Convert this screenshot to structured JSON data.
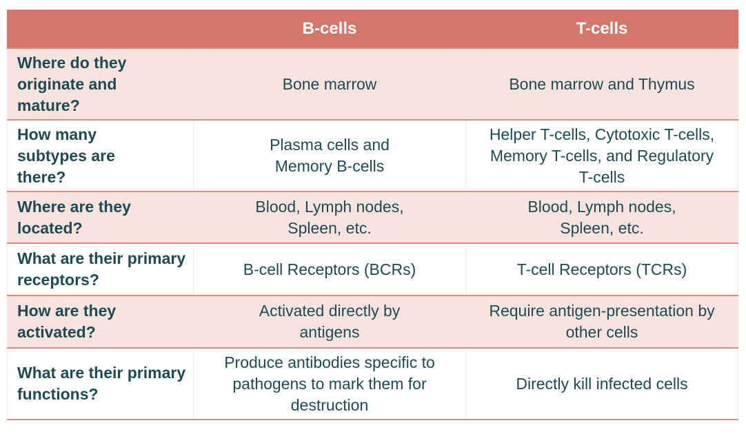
{
  "table": {
    "headers": [
      "",
      "B-cells",
      "T-cells"
    ],
    "rows": [
      {
        "question": "Where do they originate and mature?",
        "b_cells": "Bone marrow",
        "t_cells": "Bone marrow and Thymus"
      },
      {
        "question": "How many subtypes are there?",
        "b_cells": "Plasma cells and Memory B-cells",
        "t_cells": "Helper T-cells, Cytotoxic T-cells, Memory T-cells, and Regulatory T-cells"
      },
      {
        "question": "Where are they located?",
        "b_cells": "Blood, Lymph nodes, Spleen, etc.",
        "t_cells": "Blood, Lymph nodes, Spleen, etc."
      },
      {
        "question": "What are their primary receptors?",
        "b_cells": "B-cell Receptors (BCRs)",
        "t_cells": "T-cell Receptors (TCRs)"
      },
      {
        "question": "How are they activated?",
        "b_cells": "Activated directly by antigens",
        "t_cells": "Require antigen-presentation by other cells"
      },
      {
        "question": "What are their primary functions?",
        "b_cells": "Produce antibodies specific to pathogens to mark them for destruction",
        "t_cells": "Directly kill infected cells"
      }
    ],
    "colors": {
      "header_bg": "#d4776a",
      "header_text": "#ffffff",
      "row_tint": "#f8e3df",
      "body_text": "#1d4a55",
      "row_border": "#dd8a7c"
    }
  }
}
